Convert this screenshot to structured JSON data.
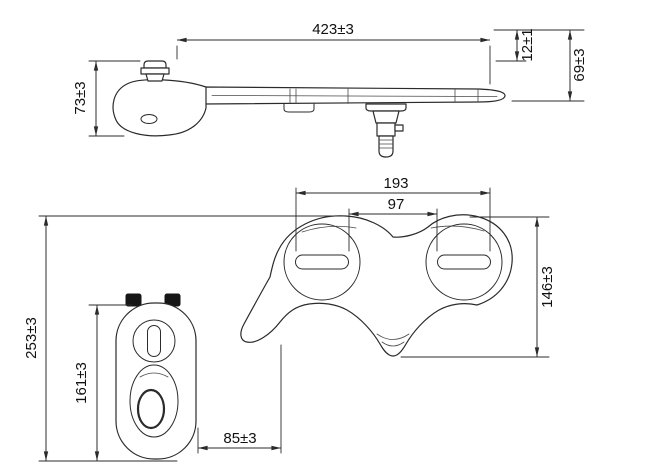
{
  "colors": {
    "background": "#ffffff",
    "line": "#2b2b2b",
    "text": "#111111"
  },
  "side_view": {
    "dims": {
      "overall_width": "423±3",
      "rear_height": "12±1",
      "total_height": "69±3",
      "front_height": "73±3"
    }
  },
  "plan_view": {
    "dims": {
      "slot_outer_span": "193",
      "slot_inner_span": "97",
      "body_depth": "146±3",
      "overall_depth": "253±3",
      "pod_depth": "161±3",
      "pod_offset": "85±3"
    }
  }
}
